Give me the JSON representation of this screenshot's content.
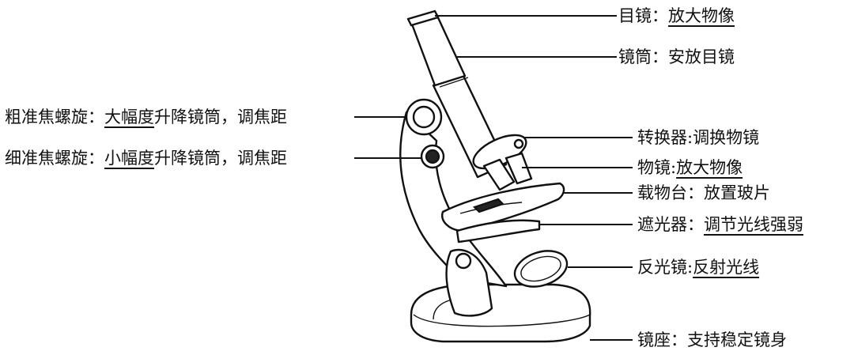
{
  "labels": {
    "eyepiece": {
      "name": "目镜：",
      "underlined": "放大物像",
      "rest": ""
    },
    "tube": {
      "name": "镜筒：",
      "underlined": "",
      "rest": "安放目镜"
    },
    "coarse": {
      "name": "粗准焦螺旋：",
      "underlined": "大幅度",
      "rest": "升降镜筒，调焦距"
    },
    "fine": {
      "name": "细准焦螺旋：",
      "underlined": "小幅度",
      "rest": "升降镜筒，调焦距"
    },
    "nosepiece": {
      "name": "转换器:",
      "underlined": "",
      "rest": "调换物镜"
    },
    "objective": {
      "name": "物镜:",
      "underlined": "放大物像",
      "rest": ""
    },
    "stage": {
      "name": "载物台：",
      "underlined": "",
      "rest": "放置玻片"
    },
    "diaphragm": {
      "name": "遮光器：",
      "underlined": "调节光线强弱",
      "rest": ""
    },
    "mirror": {
      "name": "反光镜:",
      "underlined": "反射光线",
      "rest": ""
    },
    "base": {
      "name": "镜座：",
      "underlined": "",
      "rest": "支持稳定镜身"
    }
  }
}
